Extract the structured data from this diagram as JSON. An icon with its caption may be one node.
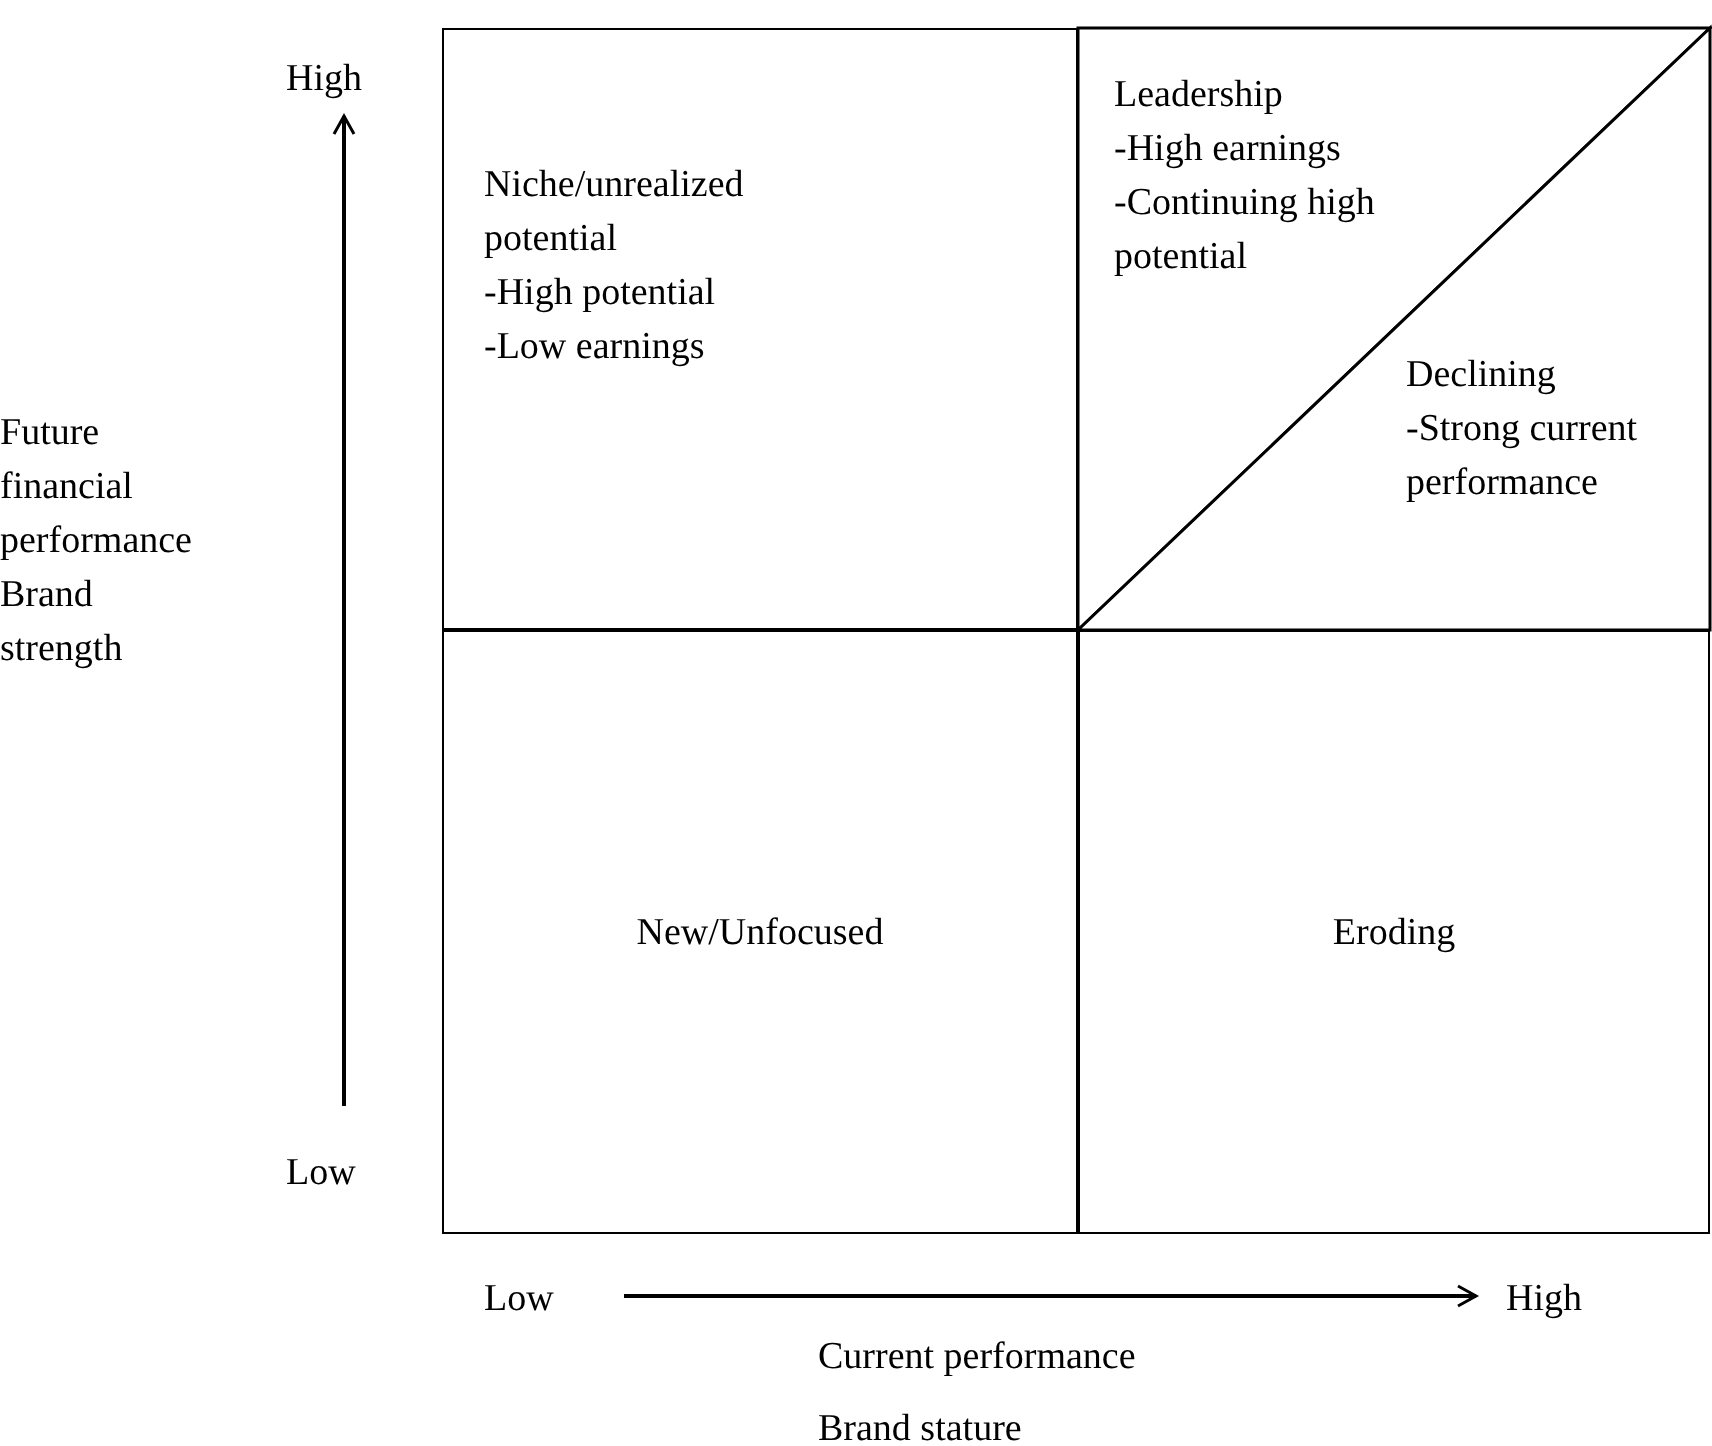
{
  "diagram": {
    "nodes": [
      {
        "text": [
          "Niche/unrealized potential",
          "-High potential",
          "-Low earnings"
        ]
      },
      {
        "text": [
          "Leadership",
          "-High earnings",
          "-Continuing high potential"
        ]
      },
      {
        "text": [
          "Declining",
          "-Strong current performance"
        ]
      },
      {
        "text": [
          "New/Unfocused"
        ]
      },
      {
        "text": [
          "Eroding"
        ]
      }
    ],
    "labels": [
      "High",
      "Future financial performance",
      "Brand strength",
      "Low",
      "Low",
      "High",
      "Current performance",
      "Brand stature"
    ]
  }
}
